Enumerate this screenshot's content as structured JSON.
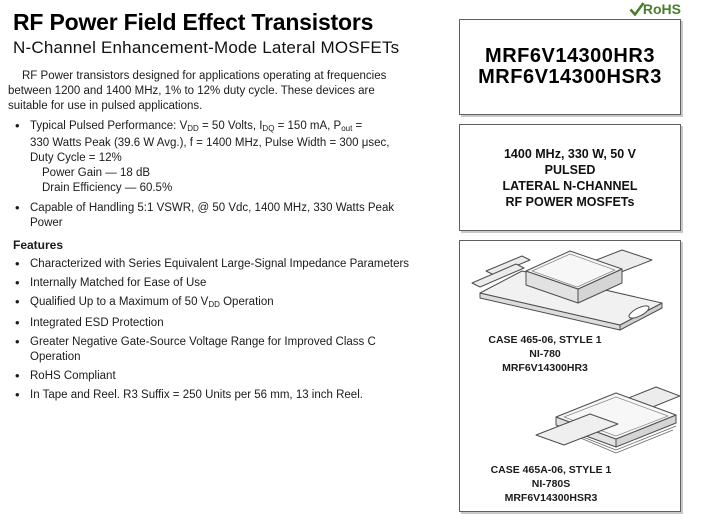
{
  "header": {
    "title": "RF Power Field Effect Transistors",
    "subtitle": "N-Channel Enhancement-Mode Lateral MOSFETs"
  },
  "intro": {
    "line1": "RF Power transistors designed for applications operating at frequencies",
    "line2": "between 1200 and 1400 MHz, 1% to 12% duty cycle. These devices are",
    "line3": "suitable for use in pulsed applications."
  },
  "perf_bullet": {
    "l1_pre": "Typical Pulsed Performance: V",
    "l1_sub1": "DD",
    "l1_mid1": " = 50 Volts, I",
    "l1_sub2": "DQ",
    "l1_mid2": " = 150 mA, P",
    "l1_sub3": "out",
    "l1_end": " =",
    "l2": "330 Watts Peak (39.6 W Avg.), f = 1400 MHz, Pulse Width = 300 μsec,",
    "l3": "Duty Cycle = 12%",
    "gain": "Power Gain — 18 dB",
    "efficiency": "Drain Efficiency — 60.5%"
  },
  "vswr_bullet": {
    "l1": "Capable of Handling 5:1 VSWR, @ 50 Vdc, 1400 MHz, 330 Watts Peak",
    "l2": "Power"
  },
  "features": {
    "heading": "Features",
    "f1": "Characterized with Series Equivalent Large-Signal Impedance Parameters",
    "f2": "Internally Matched for Ease of Use",
    "f3_pre": "Qualified Up to a Maximum of 50 V",
    "f3_sub": "DD",
    "f3_post": " Operation",
    "f4": "Integrated ESD Protection",
    "f5_l1": "Greater Negative Gate-Source Voltage Range for Improved Class C",
    "f5_l2": "Operation",
    "f6": "RoHS Compliant",
    "f7": "In Tape and Reel. R3 Suffix = 250 Units per 56 mm, 13 inch Reel."
  },
  "rohs": {
    "label": "RoHS",
    "check_icon": "rohs-check-icon"
  },
  "colors": {
    "rohs_green": "#4a7e28",
    "box_border": "#5f5f5f",
    "box_shadow": "#c9c9c9"
  },
  "part_box": {
    "part1": "MRF6V14300HR3",
    "part2": "MRF6V14300HSR3"
  },
  "spec_box": {
    "line1": "1400 MHz, 330 W, 50 V",
    "line2": "PULSED",
    "line3": "LATERAL N-CHANNEL",
    "line4": "RF POWER MOSFETs"
  },
  "packages": {
    "pkg1": {
      "case": "CASE 465-06, STYLE 1",
      "ni": "NI-780",
      "part": "MRF6V14300HR3",
      "image": "flanged-package-isometric"
    },
    "pkg2": {
      "case": "CASE 465A-06, STYLE 1",
      "ni": "NI-780S",
      "part": "MRF6V14300HSR3",
      "image": "flangeless-package-isometric"
    }
  }
}
